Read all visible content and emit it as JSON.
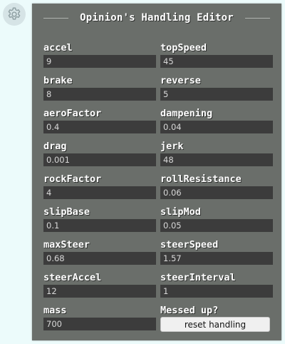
{
  "settings_button": {
    "icon": "gear-icon"
  },
  "editor": {
    "title": "Opinion's Handling Editor",
    "fields": [
      {
        "key": "accel",
        "label": "accel",
        "value": "9"
      },
      {
        "key": "topSpeed",
        "label": "topSpeed",
        "value": "45"
      },
      {
        "key": "brake",
        "label": "brake",
        "value": "8"
      },
      {
        "key": "reverse",
        "label": "reverse",
        "value": "5"
      },
      {
        "key": "aeroFactor",
        "label": "aeroFactor",
        "value": "0.4"
      },
      {
        "key": "dampening",
        "label": "dampening",
        "value": "0.04"
      },
      {
        "key": "drag",
        "label": "drag",
        "value": "0.001"
      },
      {
        "key": "jerk",
        "label": "jerk",
        "value": "48"
      },
      {
        "key": "rockFactor",
        "label": "rockFactor",
        "value": "4"
      },
      {
        "key": "rollResistance",
        "label": "rollResistance",
        "value": "0.06"
      },
      {
        "key": "slipBase",
        "label": "slipBase",
        "value": "0.1"
      },
      {
        "key": "slipMod",
        "label": "slipMod",
        "value": "0.05"
      },
      {
        "key": "maxSteer",
        "label": "maxSteer",
        "value": "0.68"
      },
      {
        "key": "steerSpeed",
        "label": "steerSpeed",
        "value": "1.57"
      },
      {
        "key": "steerAccel",
        "label": "steerAccel",
        "value": "12"
      },
      {
        "key": "steerInterval",
        "label": "steerInterval",
        "value": "1"
      },
      {
        "key": "mass",
        "label": "mass",
        "value": "700"
      }
    ],
    "reset": {
      "prompt": "Messed up?",
      "button_label": "reset handling"
    }
  },
  "colors": {
    "page_background": "#ecfbfb",
    "panel_background": "#6a6e6a",
    "input_background": "#3c3c3c",
    "label_text": "#ffffff",
    "input_text": "#d8d8d8",
    "button_background": "#f0f0f0"
  }
}
